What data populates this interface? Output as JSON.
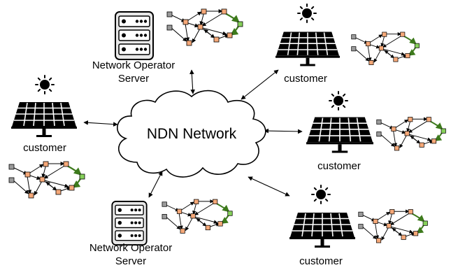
{
  "cloud": {
    "label": "NDN Network"
  },
  "servers": [
    {
      "line1": "Network Operator",
      "line2": "Server"
    },
    {
      "line1": "Network Operator",
      "line2": "Server"
    }
  ],
  "customers": [
    {
      "label": "customer"
    },
    {
      "label": "customer"
    },
    {
      "label": "customer"
    },
    {
      "label": "customer"
    }
  ],
  "icons": {
    "server": "server-rack-icon",
    "panel": "solar-panel-icon",
    "sun": "sun-icon",
    "graph": "network-graph-icon"
  },
  "colors": {
    "node_orange": "#f5a878",
    "node_gray": "#9a9a9a",
    "node_green": "#86d05a",
    "green_edge": "#3d7a1c"
  }
}
